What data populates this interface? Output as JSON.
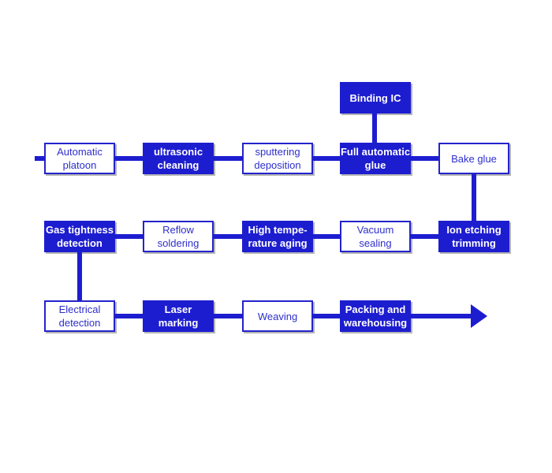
{
  "colors": {
    "flow_blue": "#1d1dd0",
    "box_text_blue": "#2e2ecc",
    "box_border_blue": "#2323cc",
    "box_background_white": "#ffffff",
    "shadow_gray": "#b5b5b5",
    "page_background": "#ffffff"
  },
  "nodes": {
    "binding_ic": {
      "label": "Binding IC",
      "lines": [
        "Binding IC"
      ]
    },
    "automatic_platoon": {
      "label": "Automatic platoon",
      "lines": [
        "Automatic",
        "platoon"
      ]
    },
    "ultrasonic_cleaning": {
      "label": "ultrasonic cleaning",
      "lines": [
        "ultrasonic",
        "cleaning"
      ]
    },
    "sputtering_deposition": {
      "label": "sputtering deposition",
      "lines": [
        "sputtering",
        "deposition"
      ]
    },
    "full_automatic_glue": {
      "label": "Full automatic glue",
      "lines": [
        "Full automatic",
        "glue"
      ]
    },
    "bake_glue": {
      "label": "Bake glue",
      "lines": [
        "Bake glue"
      ]
    },
    "gas_tightness_detection": {
      "label": "Gas tightness detection",
      "lines": [
        "Gas tightness",
        "detection"
      ]
    },
    "reflow_soldering": {
      "label": "Reflow soldering",
      "lines": [
        "Reflow",
        "soldering"
      ]
    },
    "high_temperature_aging": {
      "label": "High temperature aging",
      "lines": [
        "High tempe-",
        "rature aging"
      ]
    },
    "vacuum_sealing": {
      "label": "Vacuum sealing",
      "lines": [
        "Vacuum",
        "sealing"
      ]
    },
    "ion_etching_trimming": {
      "label": "Ion etching trimming",
      "lines": [
        "Ion etching",
        "trimming"
      ]
    },
    "electrical_detection": {
      "label": "Electrical detection",
      "lines": [
        "Electrical",
        "detection"
      ]
    },
    "laser_marking": {
      "label": "Laser marking",
      "lines": [
        "Laser",
        "marking"
      ]
    },
    "weaving": {
      "label": "Weaving",
      "lines": [
        "Weaving"
      ]
    },
    "packing_and_warehousing": {
      "label": "Packing and warehousing",
      "lines": [
        "Packing and",
        "warehousing"
      ]
    }
  }
}
